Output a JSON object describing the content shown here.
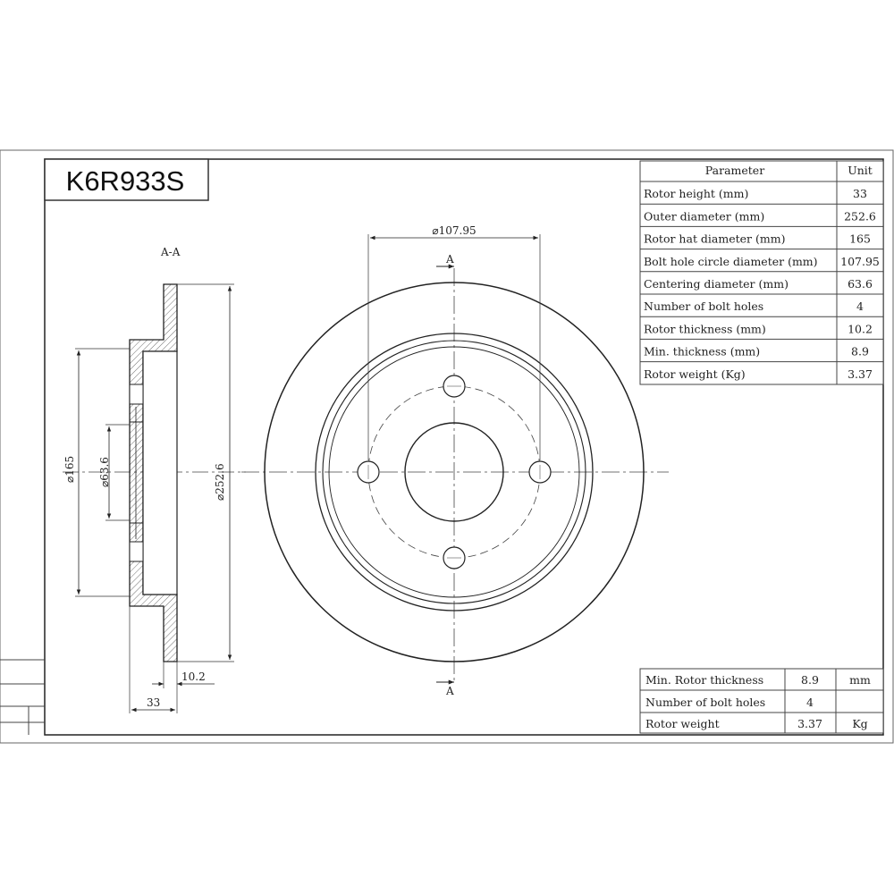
{
  "part_number": "K6R933S",
  "section_label": "A-A",
  "section_marker": "A",
  "front_view": {
    "bolt_circle_label": "⌀107.95"
  },
  "section_view": {
    "hat_diameter_label": "⌀165",
    "centering_label": "⌀63.6",
    "outer_diameter_label": "⌀252.6",
    "thickness_label": "10.2",
    "height_label": "33"
  },
  "spec_table": {
    "headers": [
      "Parameter",
      "Unit"
    ],
    "rows": [
      {
        "param": "Rotor height (mm)",
        "value": "33"
      },
      {
        "param": "Outer diameter (mm)",
        "value": "252.6"
      },
      {
        "param": "Rotor hat diameter (mm)",
        "value": "165"
      },
      {
        "param": "Bolt hole circle diameter (mm)",
        "value": "107.95"
      },
      {
        "param": "Centering diameter (mm)",
        "value": "63.6"
      },
      {
        "param": "Number of bolt holes",
        "value": "4"
      },
      {
        "param": "Rotor thickness (mm)",
        "value": "10.2"
      },
      {
        "param": "Min. thickness (mm)",
        "value": "8.9"
      },
      {
        "param": "Rotor weight (Kg)",
        "value": "3.37"
      }
    ]
  },
  "summary_table": {
    "rows": [
      {
        "label": "Min. Rotor thickness",
        "value": "8.9",
        "unit": "mm"
      },
      {
        "label": "Number of bolt holes",
        "value": "4",
        "unit": ""
      },
      {
        "label": "Rotor weight",
        "value": "3.37",
        "unit": "Kg"
      }
    ]
  }
}
